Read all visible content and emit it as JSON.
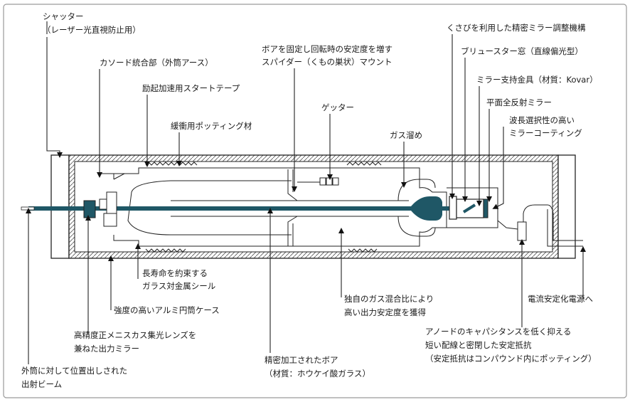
{
  "labels": {
    "shutter_1": "シャッター",
    "shutter_2": "（レーザー光直視防止用）",
    "cathode": "カソード統合部（外筒アース）",
    "start_tape": "励起加速用スタートテープ",
    "potting": "緩衝用ポッティング材",
    "spider_1": "ボアを固定し回転時の安定度を増す",
    "spider_2": "スパイダー（くもの巣状）マウント",
    "getter": "ゲッター",
    "gas_reservoir": "ガス溜め",
    "wedge": "くさびを利用した精密ミラー調整機構",
    "brewster": "ブリュースター窓（直線偏光型）",
    "mirror_support": "ミラー支持金具（材質：Kovar）",
    "flat_mirror": "平面全反射ミラー",
    "coating_1": "波長選択性の高い",
    "coating_2": "ミラーコーティング",
    "glass_seal_1": "長寿命を約束する",
    "glass_seal_2": "ガラス対金属シール",
    "alu_case": "強度の高いアルミ円筒ケース",
    "output_mirror_1": "高精度正メニスカス集光レンズを",
    "output_mirror_2": "兼ねた出力ミラー",
    "beam_1": "外筒に対して位置出しされた",
    "beam_2": "出射ビーム",
    "bore_1": "精密加工されたボア",
    "bore_2": "（材質：ホウケイ酸ガラス）",
    "gas_mix_1": "独自のガス混合比により",
    "gas_mix_2": "高い出力安定度を獲得",
    "power_supply": "電流安定化電源へ",
    "anode_1": "アノードのキャパシタンスを低く抑える",
    "anode_2": "短い配線と密閉した安定抵抗",
    "anode_3": "（安定抵抗はコンパウンド内にポッティング）"
  },
  "colors": {
    "bore": "#1f5766",
    "line": "#222222",
    "frame": "#9a9a9a"
  }
}
